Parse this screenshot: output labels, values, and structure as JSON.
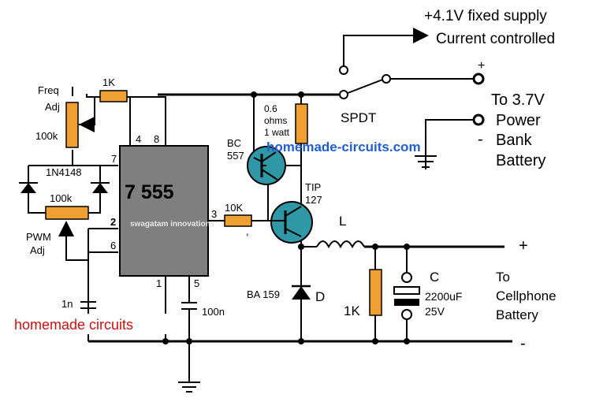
{
  "colors": {
    "wire": "#000000",
    "resistor_fill": "#f0a030",
    "ic_fill": "#7f7f7f",
    "transistor_fill": "#2f98a6",
    "watermark_blue": "#1f5fd6",
    "watermark_red": "#d01010",
    "background": "#ffffff"
  },
  "labels": {
    "supply_top": "+4.1V fixed supply",
    "supply_bottom": "Current controlled",
    "plus_top": "+",
    "to_power_bank": "To 3.7V",
    "power": "Power",
    "minus_bank": "-",
    "bank": "Bank",
    "battery": "Battery",
    "spdt": "SPDT",
    "freq": "Freq",
    "adj": "Adj",
    "r_1k_top": "1K",
    "pot_freq": "100k",
    "pin4": "4",
    "pin8": "8",
    "pin7": "7",
    "diode_1n4148": "1N4148",
    "ic_name": "7 555",
    "pot_pwm": "100k",
    "pin2": "2",
    "pwm": "PWM",
    "pwm_adj": "Adj",
    "pin6": "6",
    "pin3": "3",
    "r_10k": "10K",
    "comma": ",",
    "pin1": "1",
    "pin5": "5",
    "cap_1n": "1n",
    "cap_100n": "100n",
    "watermark_bottom": "homemade circuits",
    "watermark_top": "homemade-circuits.com",
    "watermark_ic": "swagatam innovations",
    "sense_r_1": "0.6",
    "sense_r_2": "ohms",
    "sense_r_3": "1 watt",
    "bc557_1": "BC",
    "bc557_2": "557",
    "tip127_1": "TIP",
    "tip127_2": "127",
    "inductor": "L",
    "diode_ba159": "BA 159",
    "diode_d": "D",
    "r_1k_out": "1K",
    "cap_c": "C",
    "cap_value": "2200uF",
    "cap_voltage": "25V",
    "plus_out": "+",
    "minus_out": "-",
    "to": "To",
    "cellphone": "Cellphone",
    "battery_out": "Battery"
  }
}
